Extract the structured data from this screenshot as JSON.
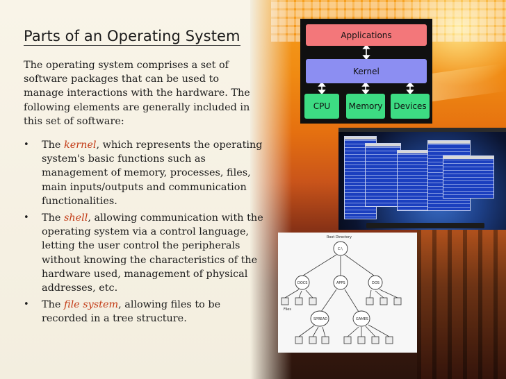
{
  "slide": {
    "title": "Parts of an Operating System",
    "intro": "The operating system comprises a set of software packages that can be used to manage interactions with the hardware. The following elements are generally included in this set of software:",
    "bullets": [
      {
        "before": "The ",
        "term": "kernel",
        "after": ", which represents the operating system's basic functions such as management of memory, processes, files, main inputs/outputs and communication functionalities."
      },
      {
        "before": "The ",
        "term": "shell",
        "after": ", allowing communication with the operating system via a control language, letting the user control the peripherals without knowing the characteristics of the hardware used, management of physical addresses, etc."
      },
      {
        "before": "The ",
        "term": "file system",
        "after": ", allowing files to be recorded in a tree structure."
      }
    ]
  },
  "architecture_diagram": {
    "applications": "Applications",
    "kernel": "Kernel",
    "cpu": "CPU",
    "memory": "Memory",
    "devices": "Devices",
    "colors": {
      "applications": "#f3777a",
      "kernel": "#8c8ef2",
      "hardware": "#3ddc83"
    }
  },
  "tree_diagram": {
    "root_caption": "Root Directory",
    "root": "C:\\",
    "docs": "DOCS",
    "apps": "APPS",
    "dos": "DOS",
    "files": "Files",
    "spread": "SPREAD",
    "games": "GAMES"
  },
  "colors": {
    "term_highlight": "#c23a15",
    "title_text": "#1a1a1a"
  }
}
